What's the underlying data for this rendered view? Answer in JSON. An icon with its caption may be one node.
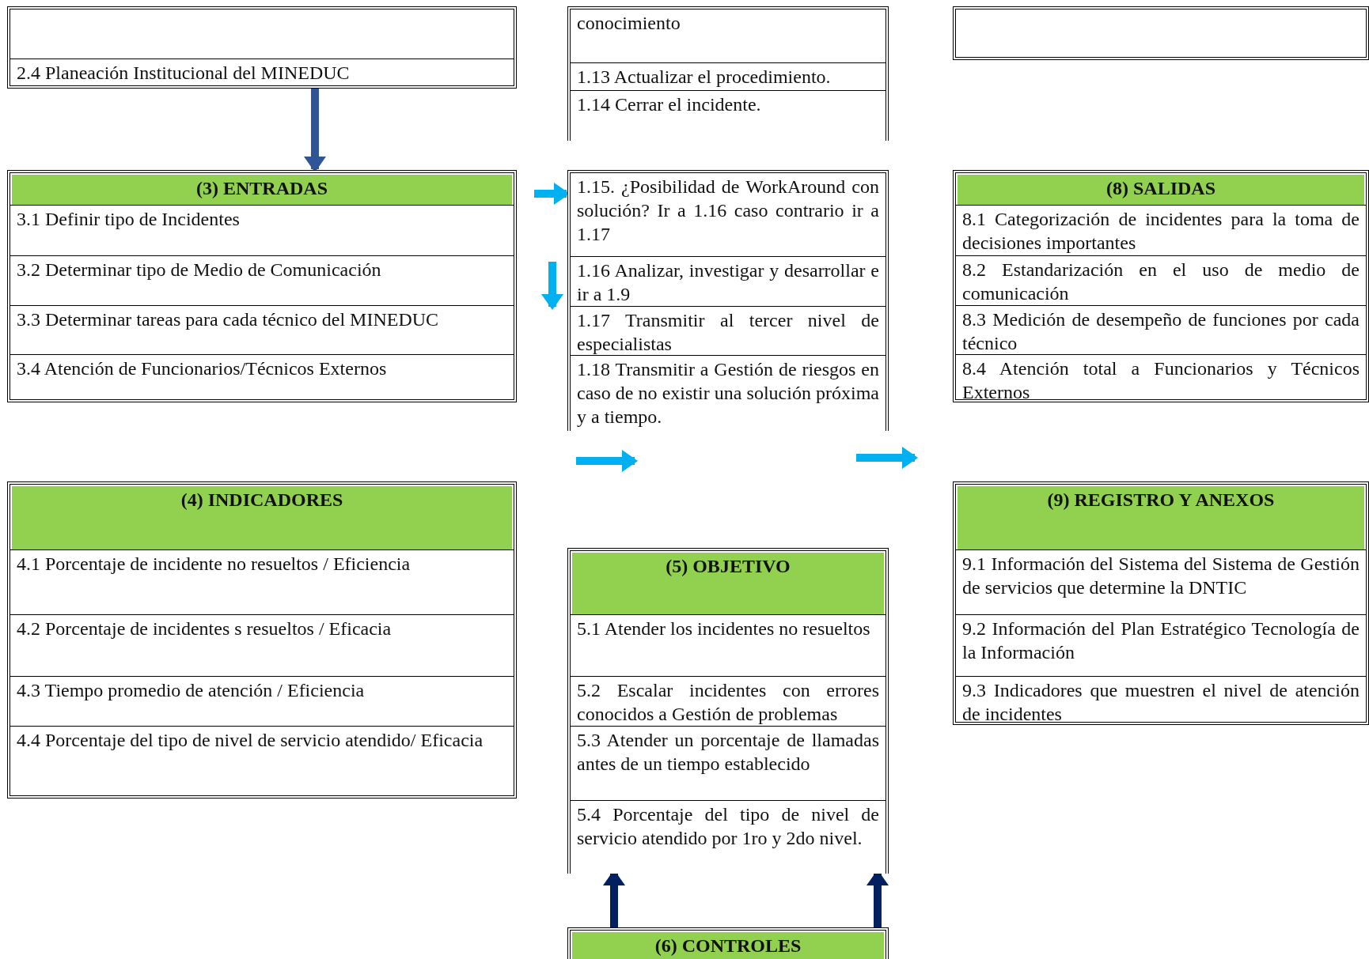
{
  "diagram": {
    "nodes": [
      {
        "text": [
          "2.4 Planeación Institucional del MINEDUC"
        ]
      },
      {
        "text": [
          "conocimiento",
          "1.13 Actualizar el procedimiento.",
          "1.14 Cerrar el incidente."
        ]
      },
      {
        "text": [],
        "shape": "box"
      },
      {
        "text": [
          "(3) ENTRADAS",
          "3.1 Definir tipo de Incidentes",
          "3.2 Determinar tipo de Medio de Comunicación",
          "3.3 Determinar tareas para cada técnico del MINEDUC",
          "3.4 Atención de Funcionarios/Técnicos Externos"
        ]
      },
      {
        "text": [
          "1.15. ¿Posibilidad de WorkAround con solución? Ir a 1.16 caso contrario ir a 1.17",
          "1.16 Analizar, investigar y desarrollar e ir a 1.9",
          "1.17 Transmitir al tercer nivel de especialistas",
          "1.18 Transmitir a Gestión de riesgos en caso de no existir una solución próxima y a tiempo."
        ]
      },
      {
        "text": [
          "(8) SALIDAS",
          "8.1 Categorización de incidentes para la toma de decisiones importantes",
          "8.2 Estandarización en el uso de medio de comunicación",
          "8.3 Medición de desempeño de funciones por cada técnico",
          "8.4 Atención total a Funcionarios y Técnicos Externos"
        ]
      },
      {
        "text": [
          "(4) INDICADORES",
          "4.1 Porcentaje de incidente no resueltos / Eficiencia",
          "4.2 Porcentaje de incidentes s resueltos / Eficacia",
          "4.3 Tiempo promedio de atención / Eficiencia",
          "4.4 Porcentaje del tipo de nivel de servicio atendido/ Eficacia"
        ]
      },
      {
        "text": [
          "(9) REGISTRO Y ANEXOS",
          "9.1 Información del Sistema del Sistema de Gestión de servicios que determine la DNTIC",
          "9.2 Información del Plan Estratégico Tecnología de la Información",
          "9.3 Indicadores que muestren el nivel de atención de incidentes"
        ]
      },
      {
        "text": [
          "(5) OBJETIVO",
          "5.1 Atender los incidentes no resueltos",
          "5.2 Escalar incidentes con errores conocidos a Gestión de problemas",
          "5.3 Atender un porcentaje de llamadas antes de un tiempo establecido",
          "5.4 Porcentaje del tipo de nivel de servicio atendido por 1ro y 2do nivel."
        ]
      },
      {
        "text": [
          "(6) CONTROLES"
        ]
      }
    ],
    "edges": [
      {
        "from": 0,
        "to": 3,
        "arrow": "to",
        "color": "#2f5597"
      },
      {
        "from": null,
        "to": 4,
        "arrow": "to",
        "color": "#00b0f0"
      },
      {
        "from": 9,
        "to": 8,
        "arrow": "to"
      },
      {
        "from": 9,
        "to": 8,
        "arrow": "to"
      }
    ]
  }
}
